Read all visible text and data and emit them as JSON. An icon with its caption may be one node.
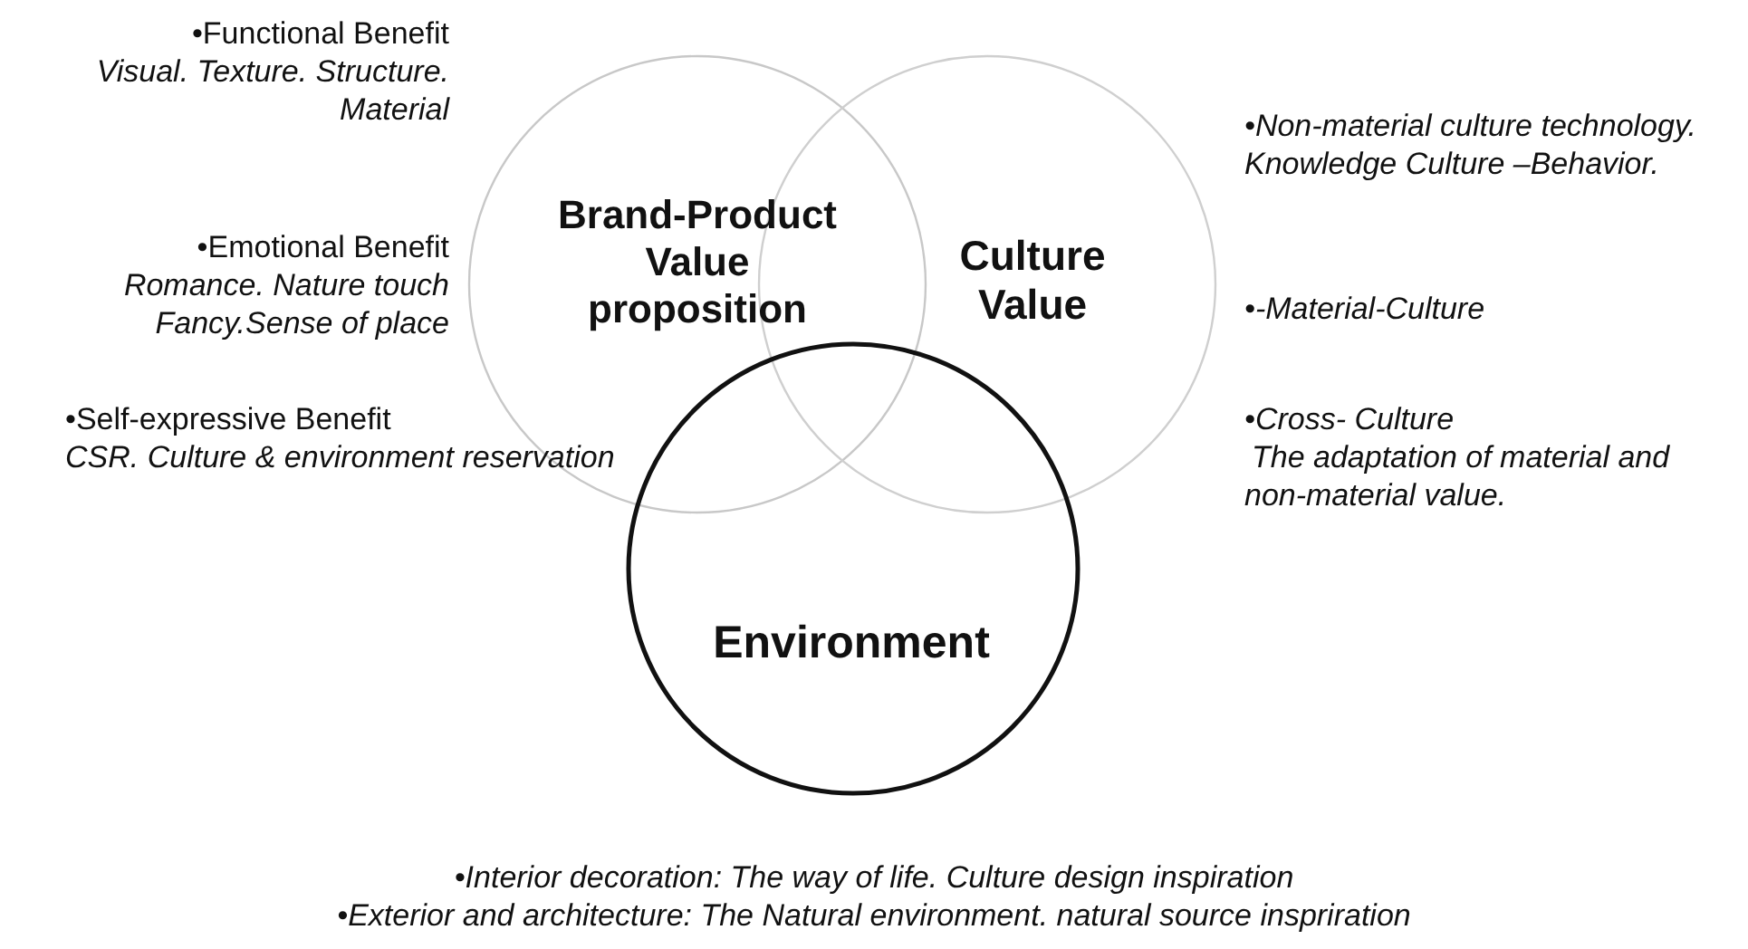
{
  "diagram": {
    "nodes": [
      {
        "text": [
          "Brand-Product Value proposition"
        ]
      },
      {
        "text": [
          "Culture Value"
        ]
      },
      {
        "text": [
          "Environment"
        ]
      }
    ],
    "labels": [
      "•Functional  Benefit",
      "Visual. Texture. Structure. Material",
      "•Emotional Benefit",
      "Romance. Nature touch Fancy.Sense of place",
      "•Self-expressive Benefit",
      "CSR. Culture & environment reservation",
      "•Non-material culture technology. Knowledge Culture –Behavior.",
      "•-Material-Culture",
      "•Cross- Culture",
      "The adaptation of material and non-material value.",
      "•Interior decoration:  The way of life. Culture design inspiration",
      "•Exterior and architecture: The Natural environment. natural source inspriration"
    ]
  }
}
